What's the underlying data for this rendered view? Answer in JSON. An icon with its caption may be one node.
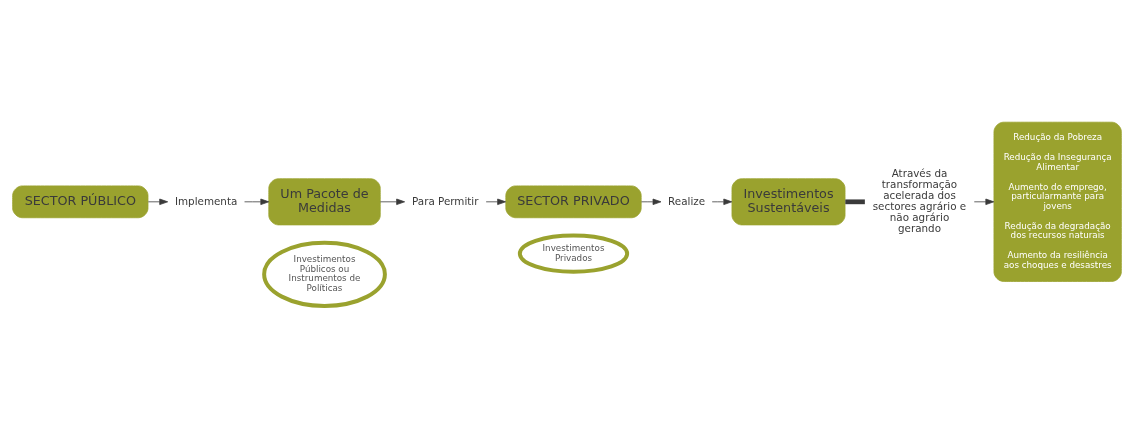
{
  "diagram": {
    "nodes": [
      {
        "text": [
          "SECTOR PÚBLICO"
        ]
      },
      {
        "text": [
          "Implementa"
        ]
      },
      {
        "text": [
          "Um Pacote de Medidas"
        ]
      },
      {
        "text": [
          "Investimentos Públicos ou Instrumentos de Políticas"
        ]
      },
      {
        "text": [
          "Para Permitir"
        ]
      },
      {
        "text": [
          "SECTOR PRIVADO"
        ]
      },
      {
        "text": [
          "Investimentos Privados"
        ]
      },
      {
        "text": [
          "Realize"
        ]
      },
      {
        "text": [
          "Investimentos Sustentáveis"
        ]
      },
      {
        "text": [
          "Através da transformação acelerada dos sectores agrário e não agrário gerando"
        ]
      },
      {
        "text": [
          "Redução da Pobreza",
          "Redução da Insegurança Alimentar",
          "Aumento do emprego, particularmante para jovens",
          "Redução da degradação dos recursos naturais",
          "Aumento da resiliência aos choques e desastres"
        ]
      }
    ],
    "edges": [
      {
        "from": 0,
        "to": 1,
        "arrow": "to"
      },
      {
        "from": 1,
        "to": 2,
        "arrow": "to"
      },
      {
        "from": 2,
        "to": 4,
        "arrow": "to"
      },
      {
        "from": 4,
        "to": 5,
        "arrow": "to"
      },
      {
        "from": 5,
        "to": 7,
        "arrow": "to"
      },
      {
        "from": 7,
        "to": 8,
        "arrow": "to"
      },
      {
        "from": 8,
        "to": 9,
        "arrow": "none",
        "style": "thick"
      },
      {
        "from": 9,
        "to": 10,
        "arrow": "to"
      }
    ]
  }
}
